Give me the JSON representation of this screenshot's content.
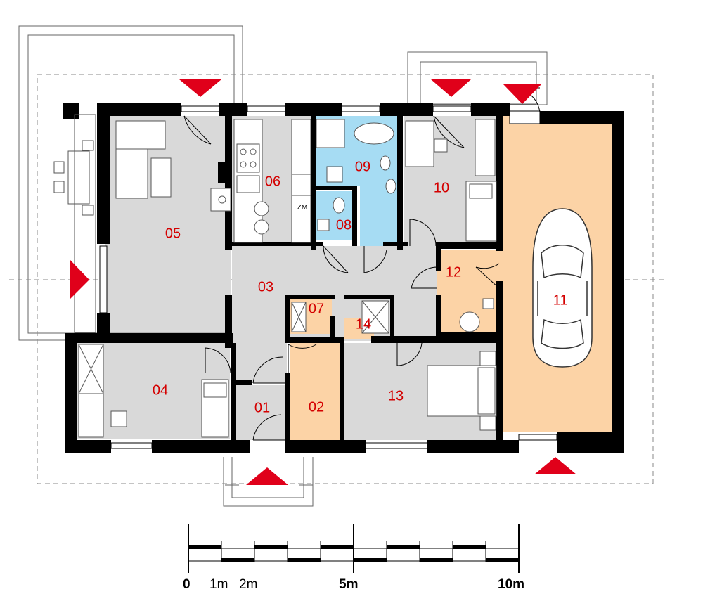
{
  "colors": {
    "wall": "#000000",
    "floor": "#d9d9d9",
    "wet_room": "#a6dcf3",
    "garage": "#fcd3a6",
    "room_label": "#d40000",
    "entrance_marker": "#e0001a"
  },
  "rooms": [
    {
      "number": "01",
      "fill": "floor"
    },
    {
      "number": "02",
      "fill": "garage"
    },
    {
      "number": "03",
      "fill": "floor"
    },
    {
      "number": "04",
      "fill": "floor"
    },
    {
      "number": "05",
      "fill": "floor"
    },
    {
      "number": "06",
      "fill": "floor"
    },
    {
      "number": "07",
      "fill": "garage"
    },
    {
      "number": "08",
      "fill": "wet_room"
    },
    {
      "number": "09",
      "fill": "wet_room"
    },
    {
      "number": "10",
      "fill": "floor"
    },
    {
      "number": "11",
      "fill": "garage"
    },
    {
      "number": "12",
      "fill": "garage"
    },
    {
      "number": "13",
      "fill": "floor"
    },
    {
      "number": "14",
      "fill": "garage"
    }
  ],
  "fixtures": {
    "washer_label": "ZM"
  },
  "scale_bar": {
    "labels": [
      "0",
      "1m",
      "2m",
      "5m",
      "10m"
    ]
  },
  "icons": {
    "entrance": "triangle-marker-icon",
    "car": "car-icon",
    "door": "door-swing-icon"
  }
}
